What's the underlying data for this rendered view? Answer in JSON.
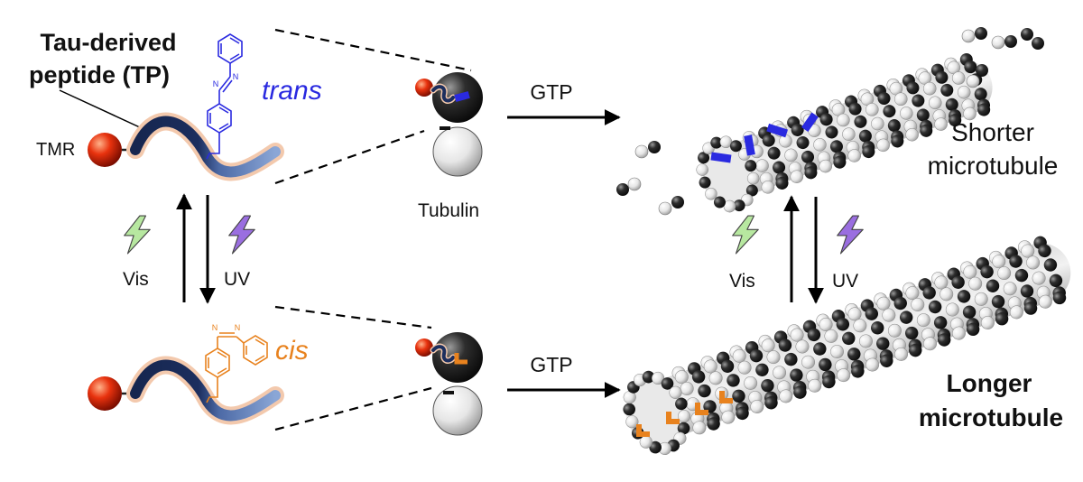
{
  "labels": {
    "tp_title_line1": "Tau-derived",
    "tp_title_line2": "peptide (TP)",
    "tmr": "TMR",
    "trans": "trans",
    "cis": "cis",
    "tubulin": "Tubulin",
    "gtp_top": "GTP",
    "gtp_bottom": "GTP",
    "vis_left": "Vis",
    "uv_left": "UV",
    "vis_right": "Vis",
    "uv_right": "UV",
    "shorter_line1": "Shorter",
    "shorter_line2": "microtubule",
    "longer_line1": "Longer",
    "longer_line2": "microtubule"
  },
  "colors": {
    "trans": "#2a2ae0",
    "cis": "#e8821e",
    "peptide_dark": "#1c2e5e",
    "peptide_light": "#6f8fc6",
    "peptide_glow": "#f3c9ad",
    "tmr": "#d8240a",
    "vis_bolt": "#b7e8a0",
    "uv_bolt": "#9a6ee0",
    "tubulin_dark": "#1f1f1f",
    "tubulin_light": "#efefef"
  },
  "icons": {
    "vis": "lightning-bolt-icon",
    "uv": "lightning-bolt-icon"
  }
}
